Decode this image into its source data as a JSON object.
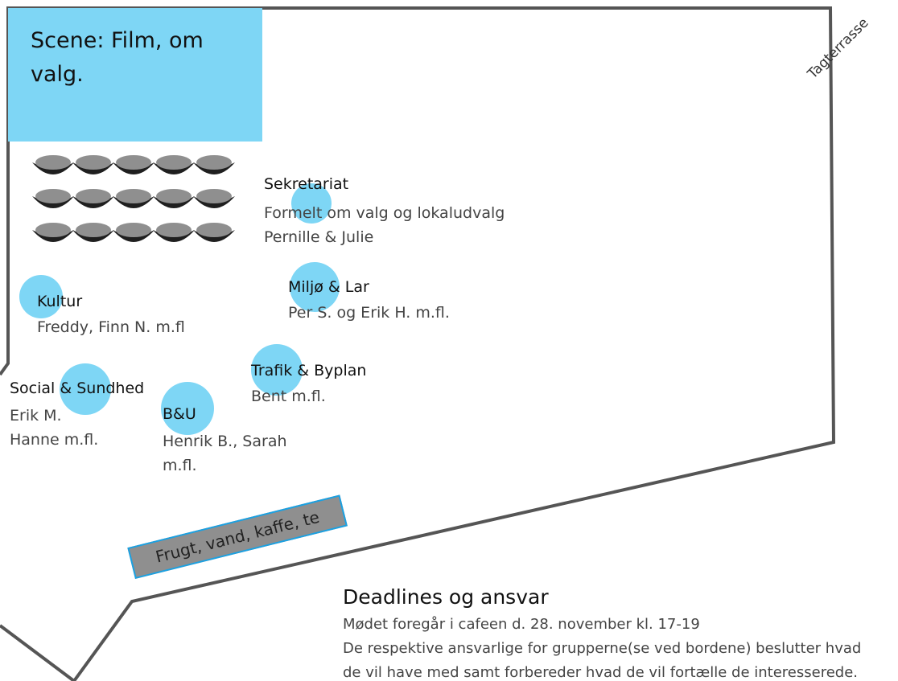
{
  "stage": {
    "label": "Scene: Film, om valg."
  },
  "terrace_label": "Tagterrasse",
  "groups": {
    "sekretariat": {
      "title": "Sekretariat",
      "lines": [
        "Formelt om valg og lokaludvalg",
        "Pernille & Julie"
      ]
    },
    "miljo": {
      "title": "Miljø & Lar",
      "lines": [
        "Per S. og Erik H. m.fl."
      ]
    },
    "kultur": {
      "title": "Kultur",
      "lines": [
        "Freddy, Finn N. m.fl"
      ]
    },
    "trafik": {
      "title": "Trafik & Byplan",
      "lines": [
        "Bent m.fl."
      ]
    },
    "social": {
      "title": "Social & Sundhed",
      "lines": [
        "Erik M.",
        "Hanne m.fl."
      ]
    },
    "bu": {
      "title": "B&U",
      "lines": [
        "Henrik B., Sarah",
        "m.fl."
      ]
    }
  },
  "refreshments": {
    "label": "Frugt, vand, kaffe, te"
  },
  "deadlines": {
    "title": "Deadlines og ansvar",
    "lines": [
      "Mødet foregår i cafeen d. 28. november kl. 17-19",
      "De respektive ansvarlige for grupperne(se ved bordene) beslutter hvad",
      "de vil have med samt forbereder hvad de vil fortælle de interesserede."
    ]
  },
  "colors": {
    "accent": "#7ed6f5",
    "wall": "#555555",
    "seat_top": "#8f8f8f",
    "seat_base": "#1f1f1f"
  }
}
